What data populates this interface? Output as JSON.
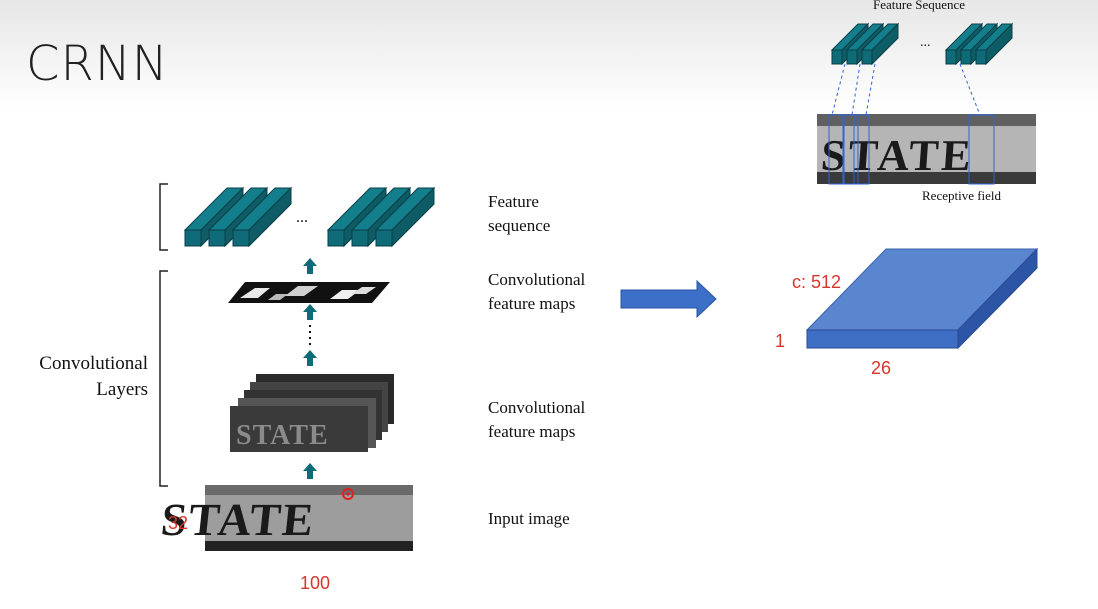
{
  "slide": {
    "title": "CRNN"
  },
  "left_diagram": {
    "ellipsis": "...",
    "feature_sequence_label": [
      "Feature",
      "sequence"
    ],
    "conv_maps_label_top": [
      "Convolutional",
      "feature maps"
    ],
    "conv_layers_label": [
      "Convolutional",
      "Layers"
    ],
    "conv_maps_label_bottom": [
      "Convolutional",
      "feature maps"
    ],
    "input_image_label": "Input image",
    "input_image_text": "STATE",
    "input_height": "32",
    "input_width": "100"
  },
  "right_diagram": {
    "feature_sequence_title": "Feature Sequence",
    "ellipsis": "...",
    "receptive_image_text": "STATE",
    "receptive_field_label": "Receptive field",
    "tensor_channels": "c: 512",
    "tensor_height": "1",
    "tensor_width": "26"
  },
  "colors": {
    "teal": "#0f6b78",
    "teal_dark": "#0a4f59",
    "tensor_blue": "#4a78c8",
    "arrow_blue": "#3c6fc8",
    "annotation_red": "#d8352a"
  }
}
